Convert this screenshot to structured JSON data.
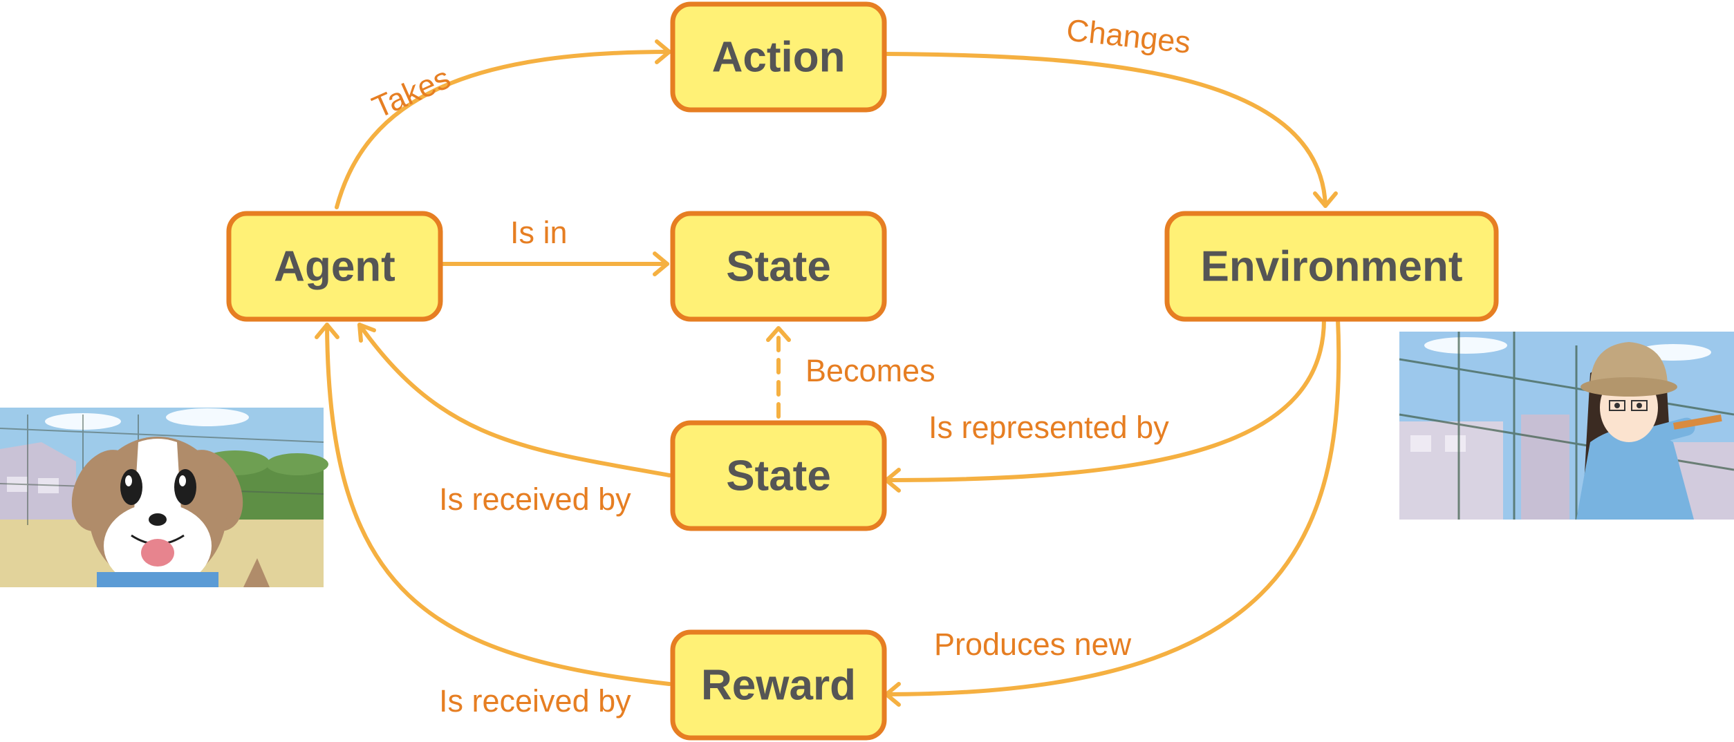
{
  "colors": {
    "node_fill": "#FFF176",
    "node_border": "#E67E22",
    "node_text": "#555555",
    "edge_color": "#F5B041",
    "edge_label_color": "#E67E22"
  },
  "nodes": {
    "action": "Action",
    "agent": "Agent",
    "state_center": "State",
    "environment": "Environment",
    "state_lower": "State",
    "reward": "Reward"
  },
  "edges": {
    "takes": "Takes",
    "changes": "Changes",
    "is_in": "Is in",
    "becomes": "Becomes",
    "is_represented_by": "Is represented by",
    "is_received_by_state": "Is received by",
    "produces_new": "Produces new",
    "is_received_by_reward": "Is received by"
  },
  "images": {
    "agent_picture": "cartoon-dog-agent",
    "environment_picture": "cartoon-girl-environment"
  }
}
